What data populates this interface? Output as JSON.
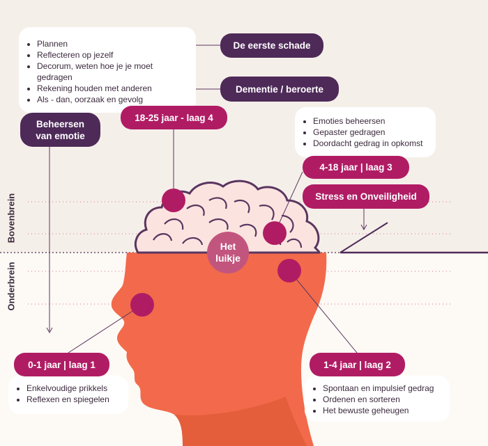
{
  "colors": {
    "purple": "#4e2a58",
    "magenta": "#b01c64",
    "face": "#f26a4b",
    "brain_fill": "#fbe4df",
    "brain_stroke": "#5a3560",
    "luikje": "#c2557e"
  },
  "sides": {
    "top": "Bovenbrein",
    "bottom": "Onderbrein"
  },
  "boxes": {
    "laag4_list": [
      "Plannen",
      "Reflecteren op jezelf",
      "Decorum, weten hoe je je moet gedragen",
      "Rekening houden met anderen",
      "Als - dan, oorzaak en gevolg"
    ],
    "laag3_list": [
      "Emoties beheersen",
      "Gepaster gedragen",
      "Doordacht gedrag in opkomst"
    ],
    "laag1_list": [
      "Enkelvoudige prikkels",
      "Reflexen en spiegelen"
    ],
    "laag2_list": [
      "Spontaan en impulsief gedrag",
      "Ordenen en sorteren",
      "Het bewuste geheugen"
    ]
  },
  "pills": {
    "eerste_schade": "De eerste schade",
    "dementie": "Dementie / beroerte",
    "beheersen": "Beheersen\nvan emotie",
    "laag4": "18-25 jaar - laag 4",
    "laag3": "4-18 jaar | laag 3",
    "stress": "Stress en Onveiligheid",
    "laag1": "0-1 jaar | laag 1",
    "laag2": "1-4 jaar | laag 2"
  },
  "center": {
    "luikje": "Het\nluikje"
  }
}
